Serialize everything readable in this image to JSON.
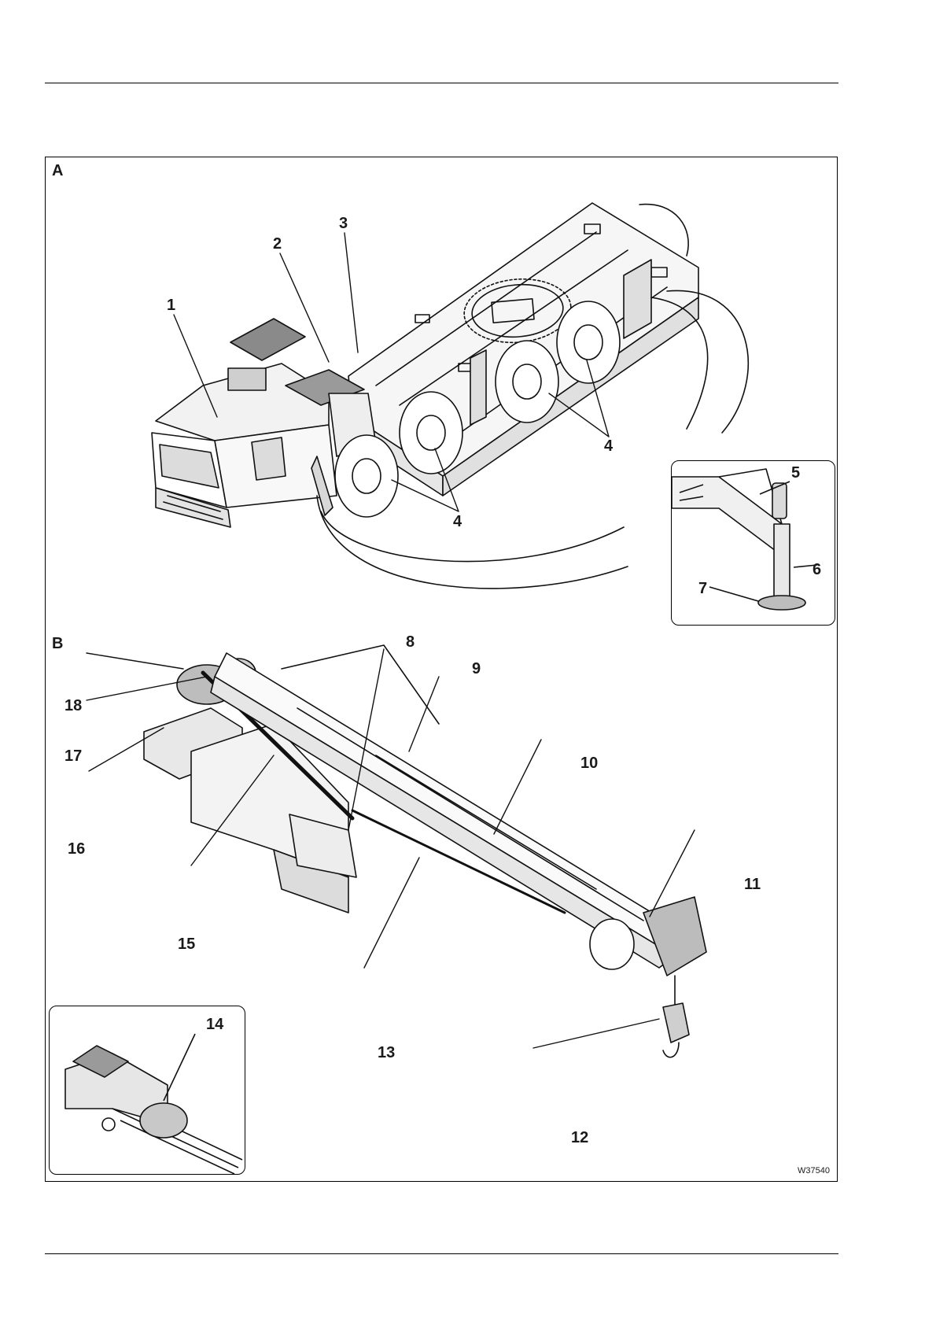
{
  "figure": {
    "sections": {
      "a": "A",
      "b": "B"
    },
    "callouts": {
      "c1": "1",
      "c2": "2",
      "c3": "3",
      "c4a": "4",
      "c4b": "4",
      "c5": "5",
      "c6": "6",
      "c7": "7",
      "c8": "8",
      "c9": "9",
      "c10": "10",
      "c11": "11",
      "c12": "12",
      "c13": "13",
      "c14": "14",
      "c15": "15",
      "c16": "16",
      "c17": "17",
      "c18": "18"
    },
    "drawing_code": "W37540"
  }
}
